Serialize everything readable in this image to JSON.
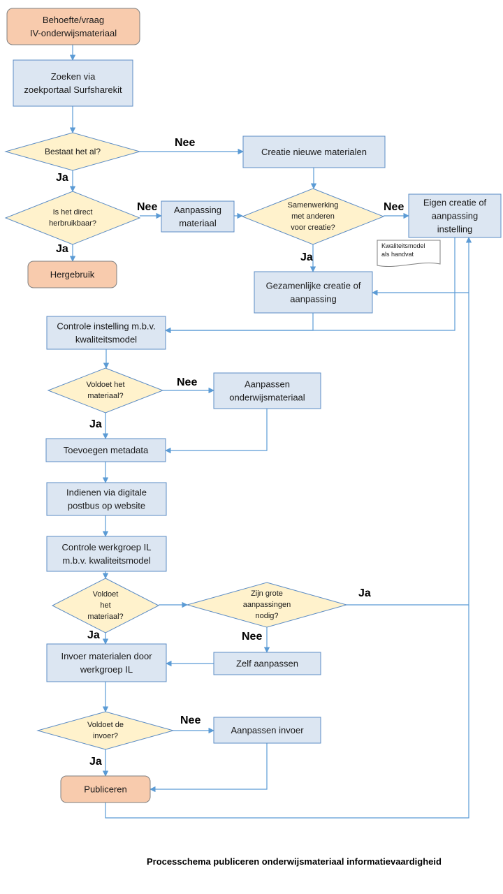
{
  "colors": {
    "process_fill": "#dce6f2",
    "process_stroke": "#5b8cc5",
    "decision_fill": "#fff2cc",
    "decision_stroke": "#5b8cc5",
    "terminal_fill": "#f8cbad",
    "terminal_stroke": "#7f7f7f",
    "line": "#5b9bd5"
  },
  "nodes": {
    "behoefte": [
      "Behoefte/vraag",
      "IV-onderwijsmateriaal"
    ],
    "zoeken": [
      "Zoeken via",
      "zoekportaal Surfsharekit"
    ],
    "bestaat": [
      "Bestaat het al?"
    ],
    "creatie_nieuw": [
      "Creatie nieuwe materialen"
    ],
    "direct_herbruikbaar": [
      "Is het direct",
      "herbruikbaar?"
    ],
    "aanpassing_materiaal": [
      "Aanpassing",
      "materiaal"
    ],
    "samenwerking": [
      "Samenwerking",
      "met anderen",
      "voor creatie?"
    ],
    "eigen_creatie": [
      "Eigen creatie of",
      "aanpassing",
      "instelling"
    ],
    "kwaliteitsmodel_note": [
      "Kwaliteitsmodel",
      "als handvat"
    ],
    "hergebruik": [
      "Hergebruik"
    ],
    "gezamenlijke": [
      "Gezamenlijke creatie of",
      "aanpassing"
    ],
    "controle_instelling": [
      "Controle instelling m.b.v.",
      "kwaliteitsmodel"
    ],
    "voldoet1": [
      "Voldoet het",
      "materiaal?"
    ],
    "aanpassen_ow": [
      "Aanpassen",
      "onderwijsmateriaal"
    ],
    "toevoegen_metadata": [
      "Toevoegen metadata"
    ],
    "indienen": [
      "Indienen via digitale",
      "postbus op website"
    ],
    "controle_werkgroep": [
      "Controle werkgroep IL",
      "m.b.v. kwaliteitsmodel"
    ],
    "voldoet2": [
      "Voldoet",
      "het",
      "materiaal?"
    ],
    "grote_aanpassingen": [
      "Zijn grote",
      "aanpassingen",
      "nodig?"
    ],
    "zelf_aanpassen": [
      "Zelf aanpassen"
    ],
    "invoer_materialen": [
      "Invoer materialen door",
      "werkgroep IL"
    ],
    "voldoet_invoer": [
      "Voldoet de",
      "invoer?"
    ],
    "aanpassen_invoer": [
      "Aanpassen invoer"
    ],
    "publiceren": [
      "Publiceren"
    ]
  },
  "labels": {
    "nee": "Nee",
    "ja": "Ja"
  },
  "caption": "Processchema publiceren onderwijsmateriaal informatievaardigheid"
}
